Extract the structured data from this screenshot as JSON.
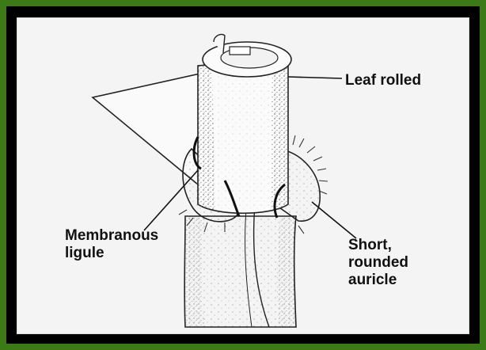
{
  "diagram": {
    "labels": {
      "leaf_rolled": "Leaf rolled",
      "membranous_ligule": "Membranous\nligule",
      "short_rounded_auricle": "Short,\nrounded\nauricle"
    }
  }
}
